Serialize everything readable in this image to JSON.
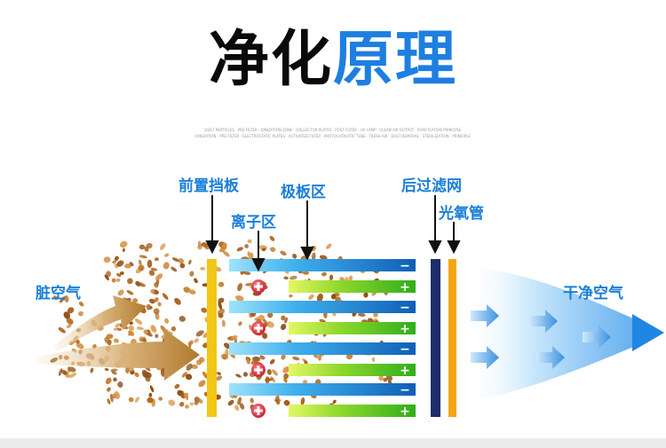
{
  "title": {
    "part1": "净化",
    "part2": "原理"
  },
  "subtitle_fine_text": [
    "DUST PARTICLES · PRE-FILTER · IONIZATION ZONE · COLLECTOR PLATES · POST FILTER · UV LAMP · CLEAN AIR OUTPUT · PURIFICATION PRINCIPLE",
    "IONIZATION · PRE-FILTER · ELECTROSTATIC PLATES · ACTIVATED FILTER · PHOTOCATALYTIC TUBE · FRESH AIR · DUST REMOVAL · STERILIZATION · PRINCIPLE"
  ],
  "labels": {
    "dirty_air": "脏空气",
    "pre_baffle": "前置挡板",
    "ion_zone": "离子区",
    "plate_zone": "极板区",
    "post_filter": "后过滤网",
    "photo_tube": "光氧管",
    "clean_air": "干净空气"
  },
  "plate_signs": {
    "negative": "−",
    "positive": "+"
  },
  "colors": {
    "title_black": "#0a0a0a",
    "title_blue": "#1e7fe0",
    "label_blue": "#1a7fd8",
    "baffle_yellow": "#f2c614",
    "negative_plate_blue": "#1b6fc4",
    "positive_plate_green": "#3ec21c",
    "ion_red": "#e0303a",
    "filter_navy": "#1d2d6b",
    "tube_orange": "#f5a511",
    "dust_brown": "#b26a25",
    "clean_air_blue": "#2a8fe8"
  },
  "icons": [
    "plus-circle-icon",
    "arrow-down-icon",
    "arrow-right-icon"
  ]
}
